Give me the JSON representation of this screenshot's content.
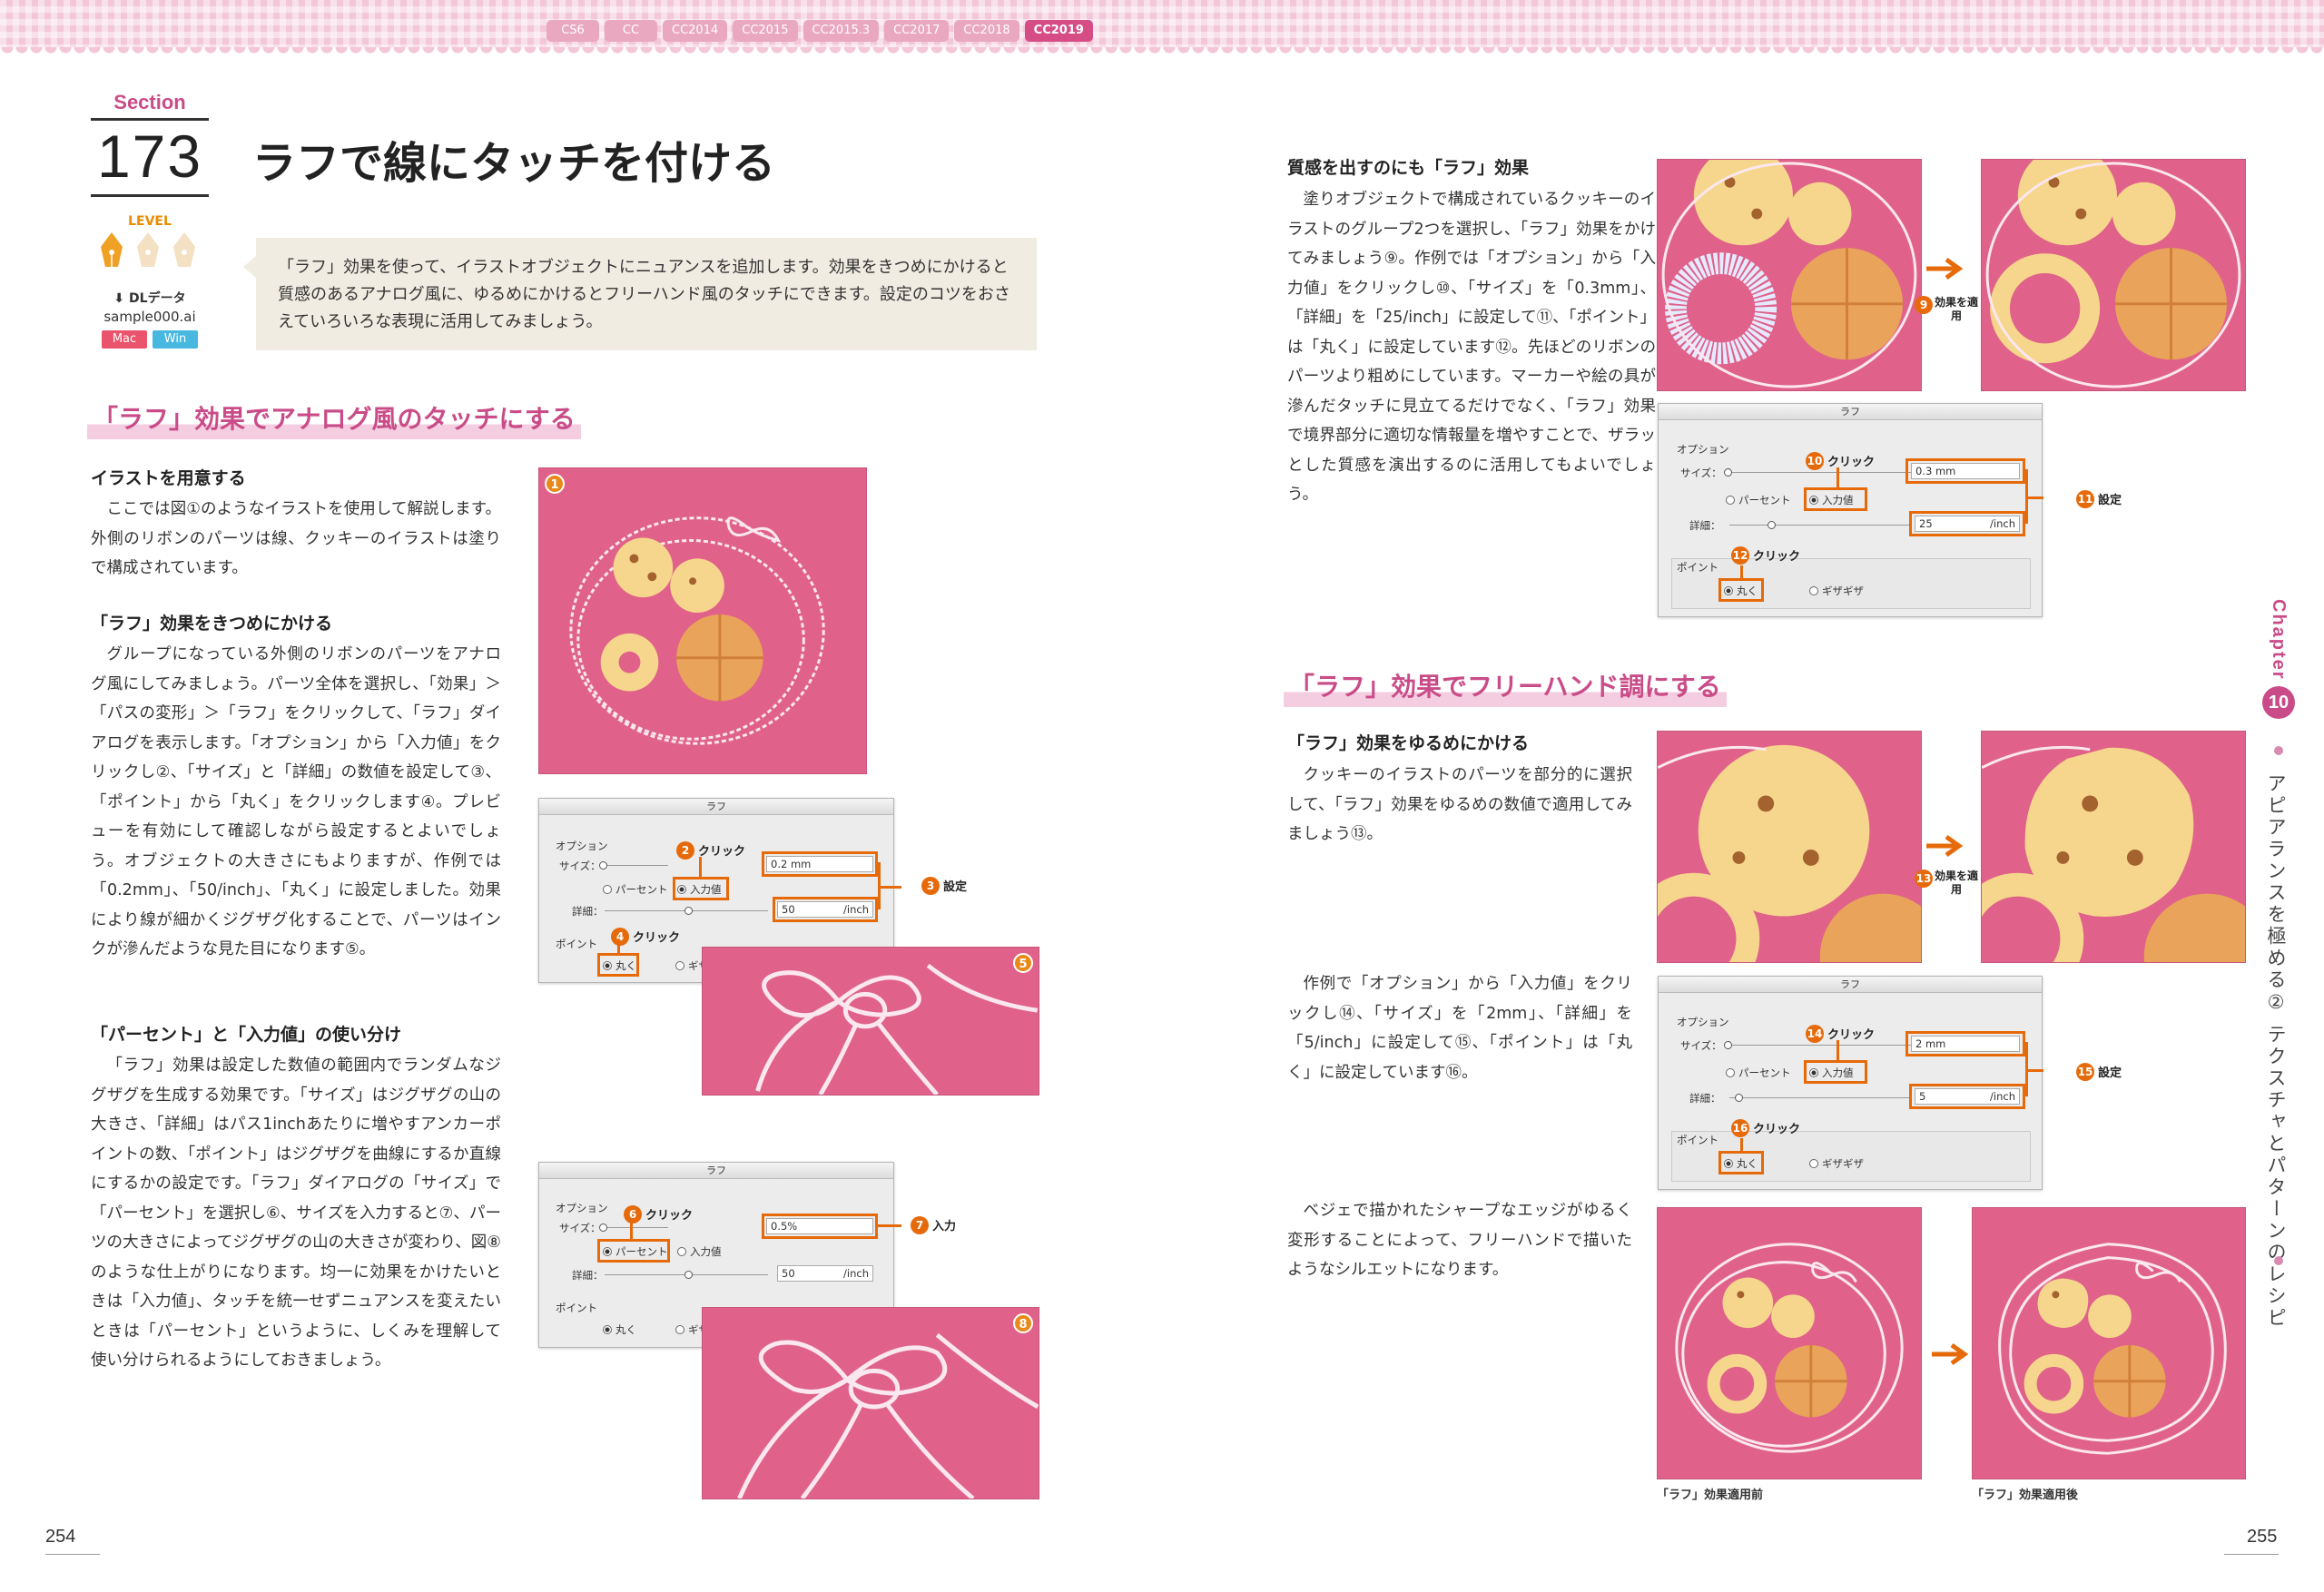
{
  "versions": [
    "CS6",
    "CC",
    "CC2014",
    "CC2015",
    "CC2015.3",
    "CC2017",
    "CC2018",
    "CC2019"
  ],
  "section": {
    "label": "Section",
    "number": "173",
    "title": "ラフで線にタッチを付ける"
  },
  "level": {
    "label": "LEVEL"
  },
  "download": {
    "label": "DLデータ",
    "file": "sample000.ai",
    "os": [
      "Mac",
      "Win"
    ]
  },
  "lead": "「ラフ」効果を使って、イラストオブジェクトにニュアンスを追加します。効果をきつめにかけると質感のあるアナログ風に、ゆるめにかけるとフリーハンド風のタッチにできます。設定のコツをおさえていろいろな表現に活用してみましょう。",
  "left": {
    "heading": "「ラフ」効果でアナログ風のタッチにする",
    "sub1": "イラストを用意する",
    "para1": "ここでは図①のようなイラストを使用して解説します。外側のリボンのパーツは線、クッキーのイラストは塗りで構成されています。",
    "sub2": "「ラフ」効果をきつめにかける",
    "para2": "グループになっている外側のリボンのパーツをアナログ風にしてみましょう。パーツ全体を選択し、「効果」＞「パスの変形」＞「ラフ」をクリックして、「ラフ」ダイアログを表示します。「オプション」から「入力値」をクリックし②、「サイズ」と「詳細」の数値を設定して③、「ポイント」から「丸く」をクリックします④。プレビューを有効にして確認しながら設定するとよいでしょう。オブジェクトの大きさにもよりますが、作例では「0.2mm」、「50/inch」、「丸く」に設定しました。効果により線が細かくジグザグ化することで、パーツはインクが滲んだような見た目になります⑤。",
    "sub3": "「パーセント」と「入力値」の使い分け",
    "para3": "「ラフ」効果は設定した数値の範囲内でランダムなジグザグを生成する効果です。「サイズ」はジグザグの山の大きさ、「詳細」はパス1inchあたりに増やすアンカーポイントの数、「ポイント」はジグザグを曲線にするか直線にするかの設定です。「ラフ」ダイアログの「サイズ」で「パーセント」を選択し⑥、サイズを入力すると⑦、パーツの大きさによってジグザグの山の大きさが変わり、図⑧のような仕上がりになります。均一に効果をかけたいときは「入力値」、タッチを統一せずニュアンスを変えたいときは「パーセント」というように、しくみを理解して使い分けられるようにしておきましょう。"
  },
  "right": {
    "sub1": "質感を出すのにも「ラフ」効果",
    "para1": "塗りオブジェクトで構成されているクッキーのイラストのグループ2つを選択し、「ラフ」効果をかけてみましょう⑨。作例では「オプション」から「入力値」をクリックし⑩、「サイズ」を「0.3mm」、「詳細」を「25/inch」に設定して⑪、「ポイント」は「丸く」に設定しています⑫。先ほどのリボンのパーツより粗めにしています。マーカーや絵の具が滲んだタッチに見立てるだけでなく、「ラフ」効果で境界部分に適切な情報量を増やすことで、ザラッとした質感を演出するのに活用してもよいでしょう。",
    "heading": "「ラフ」効果でフリーハンド調にする",
    "sub2": "「ラフ」効果をゆるめにかける",
    "para2": "クッキーのイラストのパーツを部分的に選択して、「ラフ」効果をゆるめの数値で適用してみましょう⑬。",
    "para3": "作例で「オプション」から「入力値」をクリックし⑭、「サイズ」を「2mm」、「詳細」を「5/inch」に設定して⑮、「ポイント」は「丸く」に設定しています⑯。",
    "para4": "ベジェで描かれたシャープなエッジがゆるく変形することによって、フリーハンドで描いたようなシルエットになります。",
    "caption_before": "「ラフ」効果適用前",
    "caption_after": "「ラフ」効果適用後",
    "arrow_label": "効果を適用"
  },
  "dialog": {
    "title": "ラフ",
    "options": "オプション",
    "size": "サイズ：",
    "detail": "詳細：",
    "percent": "パーセント",
    "absolute": "入力値",
    "points": "ポイント",
    "smooth": "丸く",
    "corner": "ギザギザ",
    "click": "クリック",
    "set": "設定",
    "input": "入力",
    "unit": "/inch"
  },
  "dialogs": {
    "d1": {
      "size": "0.2 mm",
      "detail": "50"
    },
    "d2": {
      "size": "0.5%",
      "detail": "50"
    },
    "d3": {
      "size": "0.3 mm",
      "detail": "25"
    },
    "d4": {
      "size": "2 mm",
      "detail": "5"
    }
  },
  "nums": [
    "1",
    "2",
    "3",
    "4",
    "5",
    "6",
    "7",
    "8",
    "9",
    "10",
    "11",
    "12",
    "13",
    "14",
    "15",
    "16"
  ],
  "chapter": {
    "word": "Chapter",
    "number": "10",
    "text": "アピアランスを極める② テクスチャとパターンのレシピ"
  },
  "pages": {
    "left": "254",
    "right": "255"
  },
  "colors": {
    "accent": "#c94c88",
    "orange": "#e66a0a",
    "illustration_bg": "#e0628a"
  }
}
